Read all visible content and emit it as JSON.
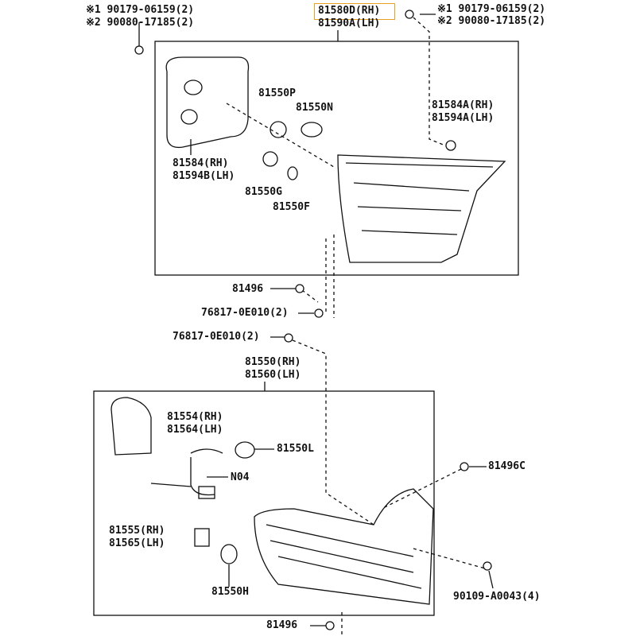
{
  "labels": {
    "tl1": "※1 90179-06159(2)",
    "tl2": "※2 90080-17185(2)",
    "tc1": "81580D(RH)",
    "tc2": "81590A(LH)",
    "tr1": "※1 90179-06159(2)",
    "tr2": "※2 90080-17185(2)",
    "p81550p": "81550P",
    "p81550n": "81550N",
    "p81584a1": "81584A(RH)",
    "p81584a2": "81594A(LH)",
    "p81584_1": "81584(RH)",
    "p81584_2": "81594B(LH)",
    "p81550g": "81550G",
    "p81550f": "81550F",
    "p81496a": "81496",
    "p76817a": "76817-0E010(2)",
    "p76817b": "76817-0E010(2)",
    "p81550_1": "81550(RH)",
    "p81550_2": "81560(LH)",
    "p81554_1": "81554(RH)",
    "p81554_2": "81564(LH)",
    "p81550l": "81550L",
    "pn04": "N04",
    "p81496c": "81496C",
    "p81555_1": "81555(RH)",
    "p81555_2": "81565(LH)",
    "p81550h": "81550H",
    "p90109": "90109-A0043(4)",
    "p81496b": "81496"
  },
  "highlight_color": "#e8a020"
}
